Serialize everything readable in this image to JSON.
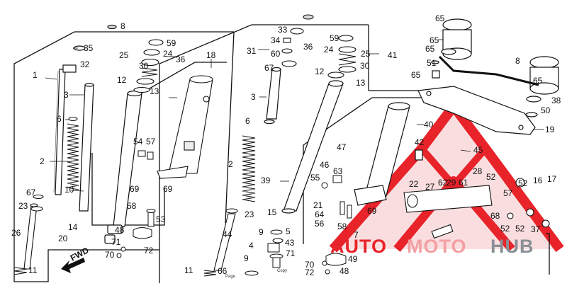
{
  "diagram": {
    "callouts": [
      "8",
      "35",
      "32",
      "1",
      "3",
      "6",
      "2",
      "67",
      "23",
      "26",
      "11",
      "59",
      "25",
      "24",
      "30",
      "36",
      "12",
      "13",
      "10",
      "14",
      "20",
      "18",
      "54",
      "57",
      "69",
      "69",
      "58",
      "53",
      "48",
      "71",
      "72",
      "70",
      "FWD",
      "33",
      "31",
      "34",
      "60",
      "67",
      "3",
      "6",
      "2",
      "23",
      "44",
      "11",
      "66",
      "59",
      "36",
      "24",
      "25",
      "12",
      "30",
      "13",
      "39",
      "40",
      "42",
      "47",
      "46",
      "63",
      "55",
      "15",
      "21",
      "64",
      "56",
      "69",
      "58",
      "7",
      "9",
      "5",
      "4",
      "43",
      "9",
      "71",
      "70",
      "72",
      "48",
      "49",
      "65",
      "65",
      "65",
      "8",
      "51",
      "65",
      "65",
      "38",
      "50",
      "41",
      "19",
      "45",
      "28",
      "52",
      "52",
      "16",
      "17",
      "22",
      "27",
      "62",
      "29",
      "61",
      "57",
      "68",
      "52",
      "52",
      "37"
    ],
    "fine_print": [
      "Page",
      "Copy"
    ]
  },
  "watermark": {
    "word_left": "AUTO",
    "word_mid": "MOTO",
    "word_right": "HUB",
    "colors": {
      "red": "#e8232a",
      "pink": "#f3a0a4",
      "gray": "#8a8f96"
    }
  }
}
